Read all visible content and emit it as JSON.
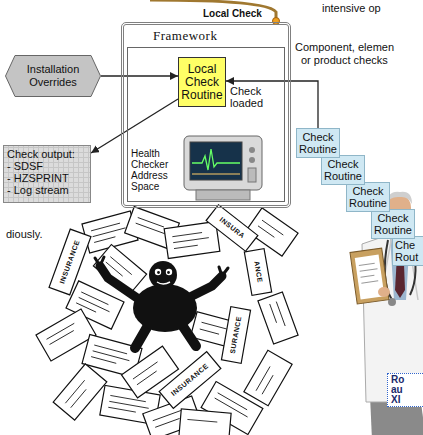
{
  "diagram": {
    "nodes": [
      {
        "text": [
          "Local Check",
          "Framework"
        ]
      },
      {
        "text": [
          "Health Checker Address Space"
        ],
        "in": 0
      },
      {
        "text": [
          "Local Check Routine"
        ],
        "in": 1
      },
      {
        "text": [
          "Installation Overrides"
        ]
      },
      {
        "text": [
          "Check output:",
          "- SDSF",
          "- HZSPRINT",
          "- Log stream"
        ]
      },
      {
        "text": [
          "Check Routine"
        ]
      },
      {
        "text": [
          "Check Routine"
        ]
      },
      {
        "text": [
          "Check Routine"
        ]
      },
      {
        "text": [
          "Check Routine"
        ]
      },
      {
        "text": [
          "Che Rout"
        ]
      },
      {
        "text": [
          "Ro au XI"
        ]
      }
    ],
    "edges": [
      {
        "from": 3,
        "to": 2,
        "arrow": "to"
      },
      {
        "from": 5,
        "to": 2,
        "label": "Check loaded",
        "arrow": "to"
      },
      {
        "from": 2,
        "to": 4,
        "arrow": "to"
      }
    ],
    "labels": [
      "intensive op",
      "Component, elemen",
      "or product checks",
      "diously.",
      "INSURANCE",
      "INSURA",
      "ANCE",
      "SURANCE",
      "INSURANCE"
    ]
  }
}
